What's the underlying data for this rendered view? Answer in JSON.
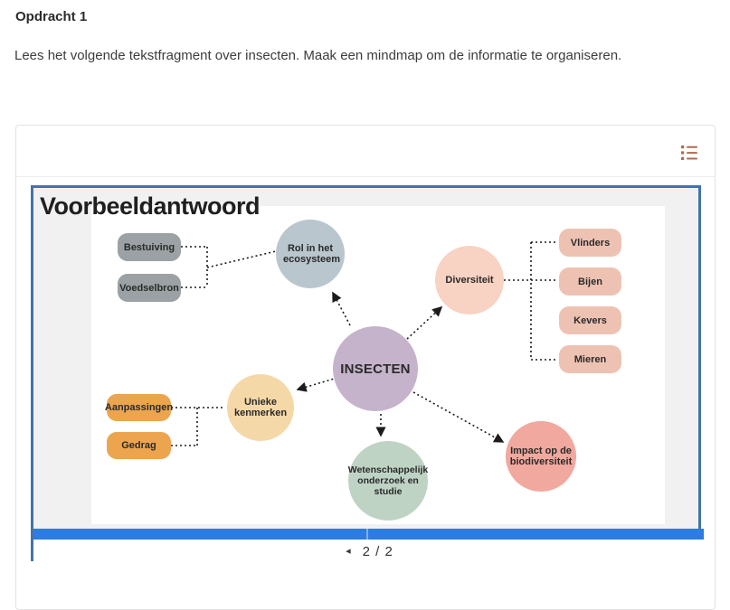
{
  "page": {
    "heading": "Opdracht 1",
    "instruction": "Lees het volgende tekstfragment over insecten. Maak een mindmap om de informatie te organiseren."
  },
  "viewer": {
    "toolbar": {
      "index_icon": "list-index-icon",
      "icon_color": "#b06a4c"
    },
    "slide_title": "Voorbeeldantwoord",
    "frame_border_color": "#4273ae",
    "progress": {
      "color": "#2b7de2",
      "segments": 2,
      "filled_segments": 2
    },
    "pagination": {
      "prev_glyph": "◂",
      "label": "2 / 2",
      "current_page": 2,
      "total_pages": 2
    }
  },
  "mindmap": {
    "center": {
      "label": "INSECTEN",
      "color": "#c5b3cb"
    },
    "branches": [
      {
        "label": "Rol in het ecosysteem",
        "color": "#b9c6ce",
        "child_color": "#9ba1a4",
        "children": [
          "Bestuiving",
          "Voedselbron"
        ]
      },
      {
        "label": "Diversiteit",
        "color": "#f8d2c3",
        "child_color": "#eec2b2",
        "children": [
          "Vlinders",
          "Bijen",
          "Kevers",
          "Mieren"
        ]
      },
      {
        "label": "Unieke kenmerken",
        "color": "#f5d8a7",
        "child_color": "#eca54e",
        "children": [
          "Aanpassingen",
          "Gedrag"
        ]
      },
      {
        "label": "Wetenschappelijk onderzoek en studie",
        "color": "#bfd3c5",
        "children": []
      },
      {
        "label": "Impact op de biodiversiteit",
        "color": "#f1a89e",
        "children": []
      }
    ]
  }
}
